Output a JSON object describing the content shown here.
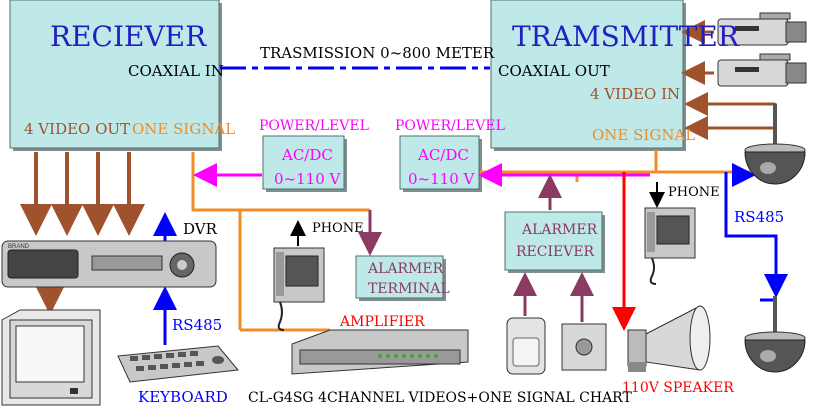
{
  "receiver": {
    "title": "RECIEVER",
    "coaxial": "COAXIAL IN",
    "video_out": "4 VIDEO OUT",
    "signal": "ONE SIGNAL"
  },
  "transmitter": {
    "title": "TRAMSMITTER",
    "coaxial": "COAXIAL OUT",
    "video_in": "4 VIDEO IN",
    "signal": "ONE SIGNAL"
  },
  "transmission": {
    "label": "TRASMISSION 0~800 METER"
  },
  "power_left": {
    "label": "POWER/LEVEL",
    "line1": "AC/DC",
    "line2": "0~110 V"
  },
  "power_right": {
    "label": "POWER/LEVEL",
    "line1": "AC/DC",
    "line2": "0~110 V"
  },
  "alarmer_terminal": {
    "line1": "ALARMER",
    "line2": "TERMINAL"
  },
  "alarmer_receiver": {
    "line1": "ALARMER",
    "line2": "RECIEVER"
  },
  "labels": {
    "dvr": "DVR",
    "rs485_left": "RS485",
    "rs485_right": "RS485",
    "keyboard": "KEYBOARD",
    "phone_left": "PHONE",
    "phone_right": "PHONE",
    "amplifier": "AMPLIFIER",
    "speaker": "110V SPEAKER",
    "chart_title": "CL-G4SG 4CHANNEL VIDEOS+ONE SIGNAL CHART",
    "dvr_brand": "BRAND"
  },
  "colors": {
    "box_fill": "#bfe8e8",
    "brown": "#a0522d",
    "orange": "#f28c28",
    "magenta": "#ff00ff",
    "blue": "#0000ff",
    "red": "#ff0000",
    "purple": "#8b3a62",
    "title_blue": "#2020c0"
  }
}
